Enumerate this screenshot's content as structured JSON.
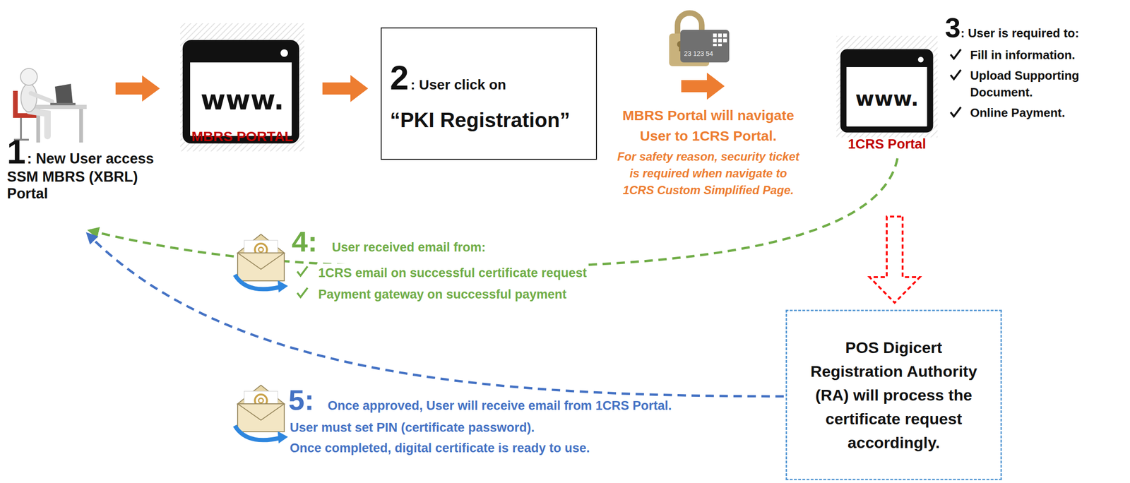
{
  "diagram": {
    "nodes": [
      {
        "text": [
          "www.",
          "MBRS PORTAL"
        ]
      },
      {
        "text": [
          "2",
          ": User click on",
          "“PKI Registration”"
        ]
      },
      {
        "text": [
          "www.",
          "1CRS Portal"
        ]
      },
      {
        "text": [
          "POS Digicert Registration Authority (RA) will process the certificate request accordingly."
        ]
      }
    ],
    "edges": [
      {
        "from": 0,
        "to": 1,
        "arrow": "to"
      },
      {
        "from": 1,
        "to": 2,
        "arrow": "to"
      },
      {
        "from": 2,
        "to": 3,
        "arrow": "to"
      }
    ],
    "labels": [
      "1",
      ": New User access SSM MBRS (XBRL) Portal",
      "23 123 54",
      "MBRS Portal will navigate User to 1CRS Portal.",
      "For safety reason, security ticket is required when navigate to 1CRS Custom Simplified Page.",
      "3",
      ": User is required to:",
      "Fill in information.",
      "Upload Supporting Document.",
      "Online Payment.",
      "4:",
      "User received email from:",
      "1CRS email on successful certificate request",
      "Payment gateway on successful payment",
      "5:",
      "Once approved, User will receive email from 1CRS Portal.",
      "User must set PIN (certificate password).",
      "Once completed, digital certificate is ready to use."
    ]
  }
}
